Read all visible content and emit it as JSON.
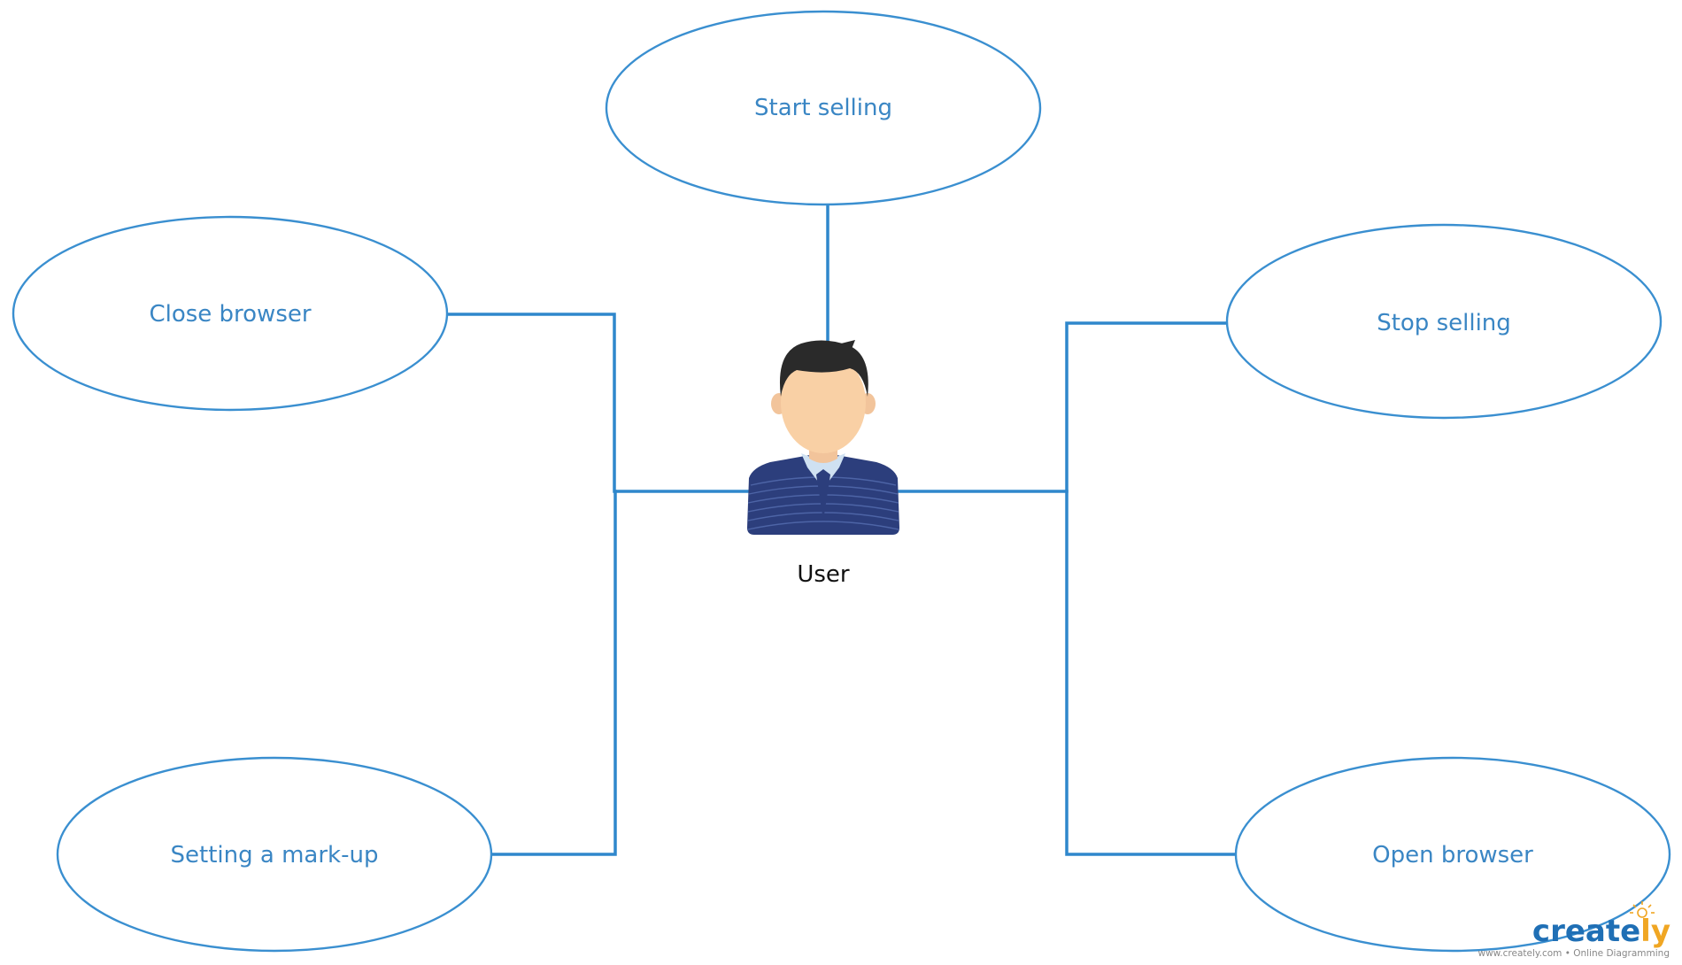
{
  "diagram": {
    "actor": {
      "label": "User",
      "icon": "person-icon"
    },
    "use_cases": [
      {
        "id": "start-selling",
        "label": "Start selling"
      },
      {
        "id": "close-browser",
        "label": "Close browser"
      },
      {
        "id": "stop-selling",
        "label": "Stop selling"
      },
      {
        "id": "setting-mark-up",
        "label": "Setting a mark-up"
      },
      {
        "id": "open-browser",
        "label": "Open browser"
      }
    ],
    "colors": {
      "ellipse_stroke": "#3a8fd0",
      "connector": "#2f87cc",
      "label": "#3a86c4"
    }
  },
  "watermark": {
    "brand_main": "create",
    "brand_y": "ly",
    "tagline": "www.creately.com • Online Diagramming"
  }
}
